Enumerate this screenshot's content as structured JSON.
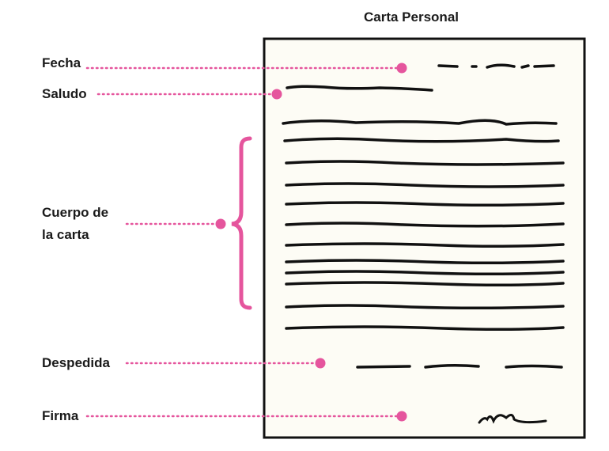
{
  "title": "Carta Personal",
  "labels": {
    "fecha": "Fecha",
    "saludo": "Saludo",
    "cuerpo_line1": "Cuerpo de",
    "cuerpo_line2": "la carta",
    "despedida": "Despedida",
    "firma": "Firma"
  },
  "colors": {
    "accent": "#e5559d",
    "ink": "#111111",
    "paper": "#fdfcf5"
  }
}
